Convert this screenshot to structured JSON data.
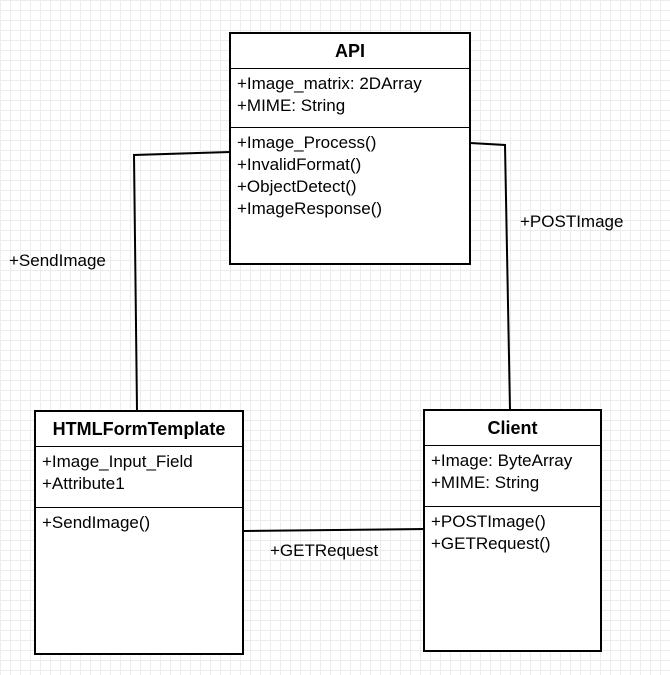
{
  "classes": {
    "api": {
      "name": "API",
      "attributes": [
        "+Image_matrix: 2DArray",
        "+MIME: String"
      ],
      "methods": [
        "+Image_Process()",
        "+InvalidFormat()",
        "+ObjectDetect()",
        "+ImageResponse()"
      ]
    },
    "html_form": {
      "name": "HTMLFormTemplate",
      "attributes": [
        "+Image_Input_Field",
        "+Attribute1"
      ],
      "methods": [
        "+SendImage()"
      ]
    },
    "client": {
      "name": "Client",
      "attributes": [
        "+Image: ByteArray",
        "+MIME: String"
      ],
      "methods": [
        "+POSTImage()",
        "+GETRequest()"
      ]
    }
  },
  "edges": {
    "send_image": "+SendImage",
    "post_image": "+POSTImage",
    "get_request": "+GETRequest"
  }
}
